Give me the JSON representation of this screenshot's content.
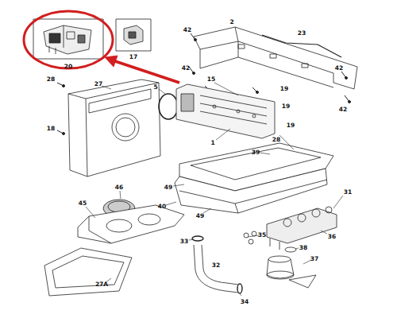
{
  "diagram": {
    "labels": [
      "20",
      "17",
      "42",
      "2",
      "23",
      "42",
      "42",
      "42",
      "28",
      "27",
      "5",
      "15",
      "19",
      "19",
      "19",
      "1",
      "18",
      "28",
      "39",
      "49",
      "40",
      "49",
      "46",
      "45",
      "31",
      "36",
      "35",
      "38",
      "33",
      "32",
      "37",
      "34",
      "27A"
    ]
  }
}
